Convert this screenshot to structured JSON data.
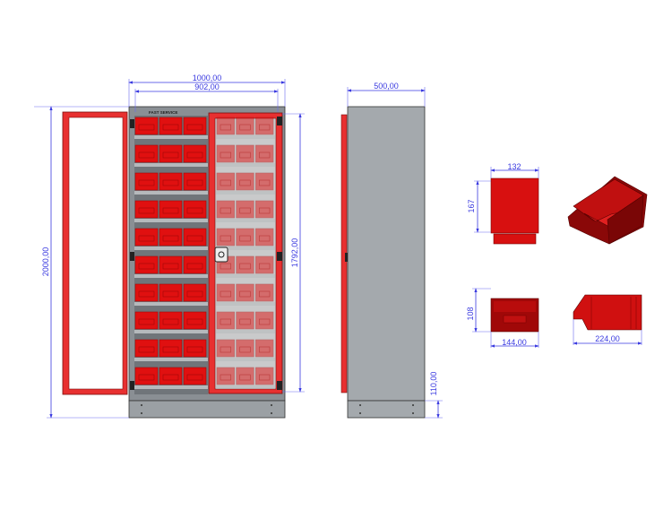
{
  "drawing": {
    "logo_text": "FAST SERVICE",
    "shelf_rows": 10,
    "bins_per_row": 3,
    "colors": {
      "bin_red": "#e01010",
      "bin_dark": "#a00808",
      "frame_grey": "#8a8f94",
      "panel_grey": "#a4a9ad",
      "door_red": "#e83030",
      "dimension_blue": "#3a3ae0"
    },
    "dimensions": {
      "overall_width": "1000,00",
      "inner_width": "902,00",
      "overall_height": "2000,00",
      "door_height": "1792,00",
      "depth": "500,00",
      "base_height": "110,00",
      "bin_top_width": "132",
      "bin_top_length": "167",
      "bin_front_height": "108",
      "bin_front_width": "144,00",
      "bin_side_length": "224,00"
    }
  }
}
